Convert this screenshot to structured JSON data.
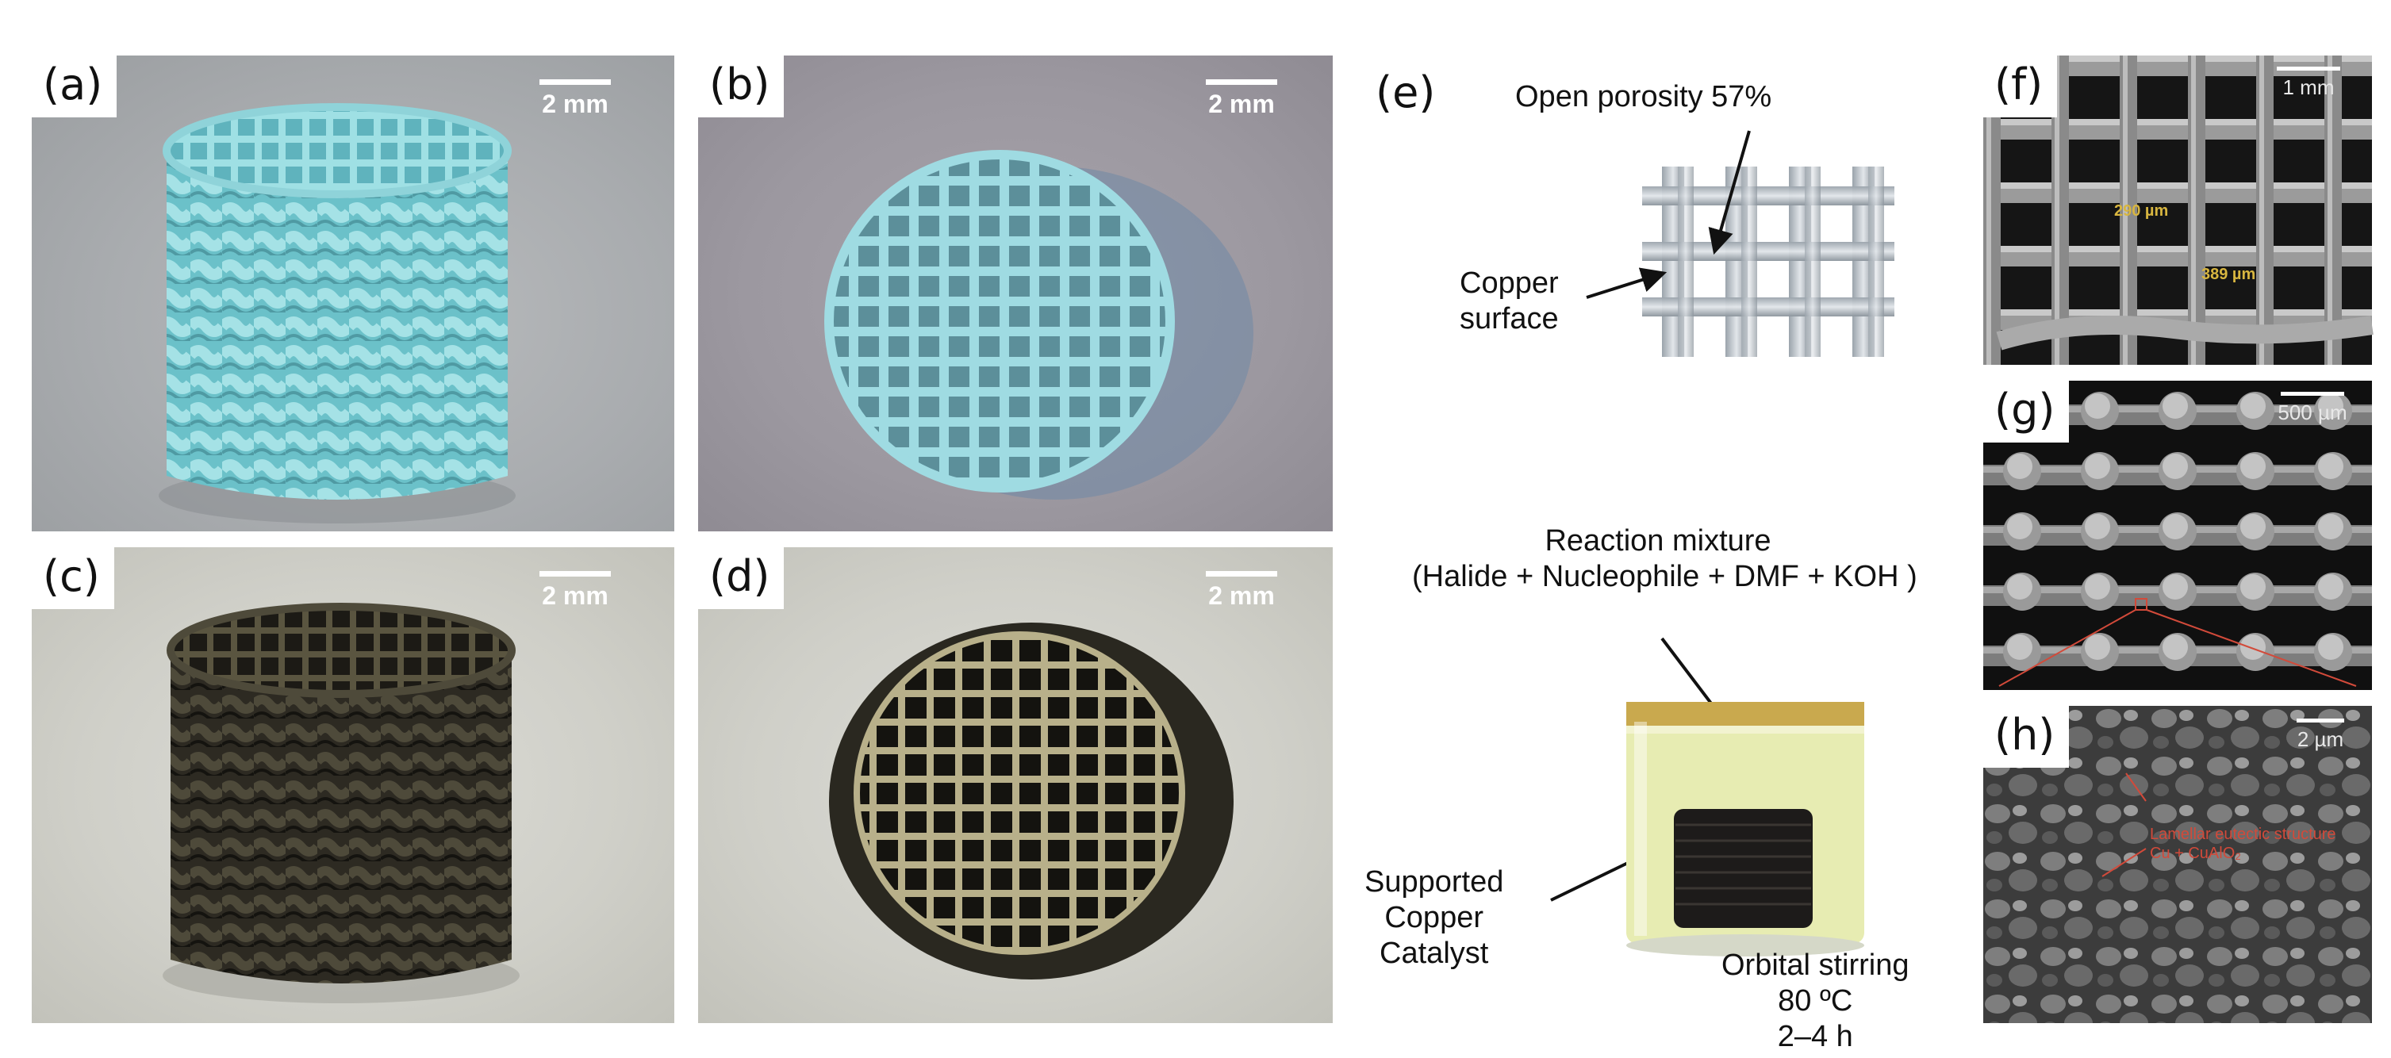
{
  "panels": {
    "a": {
      "tag": "(a)",
      "scale": "2 mm"
    },
    "b": {
      "tag": "(b)",
      "scale": "2 mm"
    },
    "c": {
      "tag": "(c)",
      "scale": "2 mm"
    },
    "d": {
      "tag": "(d)",
      "scale": "2 mm"
    },
    "e": {
      "tag": "(e)",
      "porosity": "Open porosity 57%",
      "surface_line1": "Copper",
      "surface_line2": "surface",
      "reaction_line1": "Reaction mixture",
      "reaction_line2": "(Halide + Nucleophile + DMF + KOH )",
      "catalyst_line1": "Supported",
      "catalyst_line2": "Copper",
      "catalyst_line3": "Catalyst",
      "cond_line1": "Orbital stirring",
      "cond_line2": "80 ºC",
      "cond_line3": "2–4 h"
    },
    "f": {
      "tag": "(f)",
      "scale": "1 mm",
      "meas1": "290 µm",
      "meas2": "389 µm"
    },
    "g": {
      "tag": "(g)",
      "scale": "500 µm"
    },
    "h": {
      "tag": "(h)",
      "scale": "2 µm",
      "note_line1": "Lamellar eutectic structure",
      "note_line2": "Cu + CuAlO₂"
    }
  },
  "colors": {
    "green_body": "#7fd0d6",
    "black_body": "#2d2a22",
    "solution": "#e7ecb2"
  }
}
